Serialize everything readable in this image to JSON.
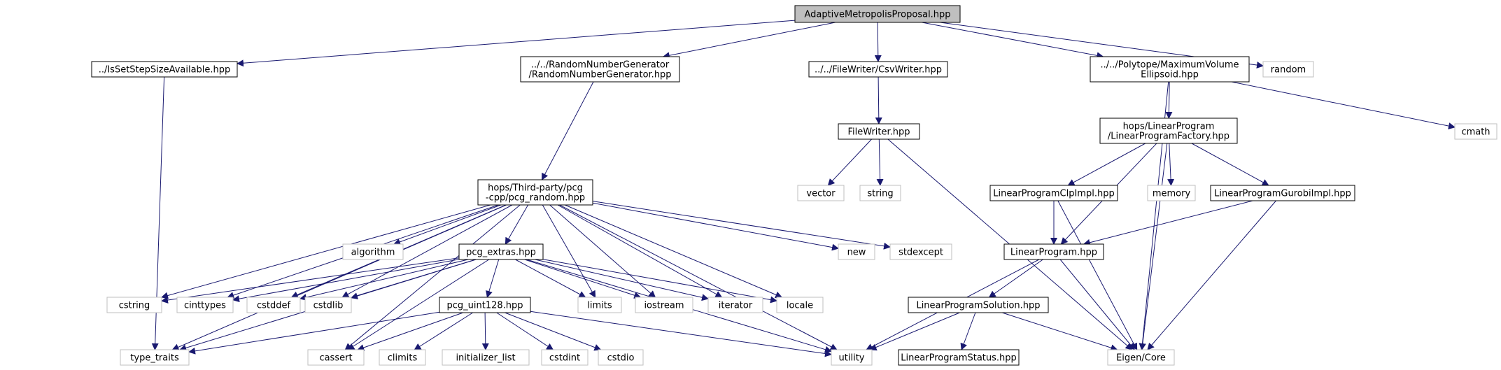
{
  "diagram": {
    "colors": {
      "edge": "#191970",
      "box_border": "#000000",
      "sys_border": "#bfbfbf",
      "root_fill": "#bfbfbf",
      "box_fill": "#ffffff"
    },
    "nodes": [
      {
        "id": "root",
        "lines": [
          "AdaptiveMetropolisProposal.hpp"
        ],
        "style": "root"
      },
      {
        "id": "isset",
        "lines": [
          "../IsSetStepSizeAvailable.hpp"
        ],
        "style": "local"
      },
      {
        "id": "rng",
        "lines": [
          "../../RandomNumberGenerator",
          "/RandomNumberGenerator.hpp"
        ],
        "style": "local"
      },
      {
        "id": "csv",
        "lines": [
          "../../FileWriter/CsvWriter.hpp"
        ],
        "style": "local"
      },
      {
        "id": "mve",
        "lines": [
          "../../Polytope/MaximumVolume",
          "Ellipsoid.hpp"
        ],
        "style": "local"
      },
      {
        "id": "random",
        "lines": [
          "random"
        ],
        "style": "sys"
      },
      {
        "id": "filewriter",
        "lines": [
          "FileWriter.hpp"
        ],
        "style": "local"
      },
      {
        "id": "lpfactory",
        "lines": [
          "hops/LinearProgram",
          "/LinearProgramFactory.hpp"
        ],
        "style": "local"
      },
      {
        "id": "cmath",
        "lines": [
          "cmath"
        ],
        "style": "sys"
      },
      {
        "id": "pcgrandom",
        "lines": [
          "hops/Third-party/pcg",
          "-cpp/pcg_random.hpp"
        ],
        "style": "local"
      },
      {
        "id": "vector",
        "lines": [
          "vector"
        ],
        "style": "sys"
      },
      {
        "id": "string",
        "lines": [
          "string"
        ],
        "style": "sys"
      },
      {
        "id": "lpclp",
        "lines": [
          "LinearProgramClpImpl.hpp"
        ],
        "style": "local"
      },
      {
        "id": "memory",
        "lines": [
          "memory"
        ],
        "style": "sys"
      },
      {
        "id": "lpgurobi",
        "lines": [
          "LinearProgramGurobiImpl.hpp"
        ],
        "style": "local"
      },
      {
        "id": "algorithm",
        "lines": [
          "algorithm"
        ],
        "style": "sys"
      },
      {
        "id": "pcgextras",
        "lines": [
          "pcg_extras.hpp"
        ],
        "style": "local"
      },
      {
        "id": "new",
        "lines": [
          "new"
        ],
        "style": "sys"
      },
      {
        "id": "stdexcept",
        "lines": [
          "stdexcept"
        ],
        "style": "sys"
      },
      {
        "id": "lp",
        "lines": [
          "LinearProgram.hpp"
        ],
        "style": "local"
      },
      {
        "id": "cstring",
        "lines": [
          "cstring"
        ],
        "style": "sys"
      },
      {
        "id": "cinttypes",
        "lines": [
          "cinttypes"
        ],
        "style": "sys"
      },
      {
        "id": "cstddef",
        "lines": [
          "cstddef"
        ],
        "style": "sys"
      },
      {
        "id": "cstdlib",
        "lines": [
          "cstdlib"
        ],
        "style": "sys"
      },
      {
        "id": "limits",
        "lines": [
          "limits"
        ],
        "style": "sys"
      },
      {
        "id": "iostream",
        "lines": [
          "iostream"
        ],
        "style": "sys"
      },
      {
        "id": "iterator",
        "lines": [
          "iterator"
        ],
        "style": "sys"
      },
      {
        "id": "locale",
        "lines": [
          "locale"
        ],
        "style": "sys"
      },
      {
        "id": "pcguint",
        "lines": [
          "pcg_uint128.hpp"
        ],
        "style": "local"
      },
      {
        "id": "lpsolution",
        "lines": [
          "LinearProgramSolution.hpp"
        ],
        "style": "local"
      },
      {
        "id": "typetraits",
        "lines": [
          "type_traits"
        ],
        "style": "sys"
      },
      {
        "id": "cassert",
        "lines": [
          "cassert"
        ],
        "style": "sys"
      },
      {
        "id": "climits",
        "lines": [
          "climits"
        ],
        "style": "sys"
      },
      {
        "id": "initlist",
        "lines": [
          "initializer_list"
        ],
        "style": "sys"
      },
      {
        "id": "cstdint",
        "lines": [
          "cstdint"
        ],
        "style": "sys"
      },
      {
        "id": "cstdio",
        "lines": [
          "cstdio"
        ],
        "style": "sys"
      },
      {
        "id": "utility",
        "lines": [
          "utility"
        ],
        "style": "sys"
      },
      {
        "id": "lpstatus",
        "lines": [
          "LinearProgramStatus.hpp"
        ],
        "style": "local"
      },
      {
        "id": "eigen",
        "lines": [
          "Eigen/Core"
        ],
        "style": "sys"
      }
    ],
    "edges": [
      [
        "root",
        "isset"
      ],
      [
        "root",
        "rng"
      ],
      [
        "root",
        "csv"
      ],
      [
        "root",
        "mve"
      ],
      [
        "root",
        "random"
      ],
      [
        "isset",
        "typetraits"
      ],
      [
        "rng",
        "pcgrandom"
      ],
      [
        "csv",
        "filewriter"
      ],
      [
        "filewriter",
        "vector"
      ],
      [
        "filewriter",
        "string"
      ],
      [
        "filewriter",
        "eigen"
      ],
      [
        "mve",
        "lpfactory"
      ],
      [
        "mve",
        "cmath"
      ],
      [
        "mve",
        "eigen"
      ],
      [
        "lpfactory",
        "lpclp"
      ],
      [
        "lpfactory",
        "memory"
      ],
      [
        "lpfactory",
        "lpgurobi"
      ],
      [
        "lpfactory",
        "lp"
      ],
      [
        "lpfactory",
        "eigen"
      ],
      [
        "lpclp",
        "lp"
      ],
      [
        "lpclp",
        "eigen"
      ],
      [
        "lpgurobi",
        "lp"
      ],
      [
        "lpgurobi",
        "eigen"
      ],
      [
        "lp",
        "lpsolution"
      ],
      [
        "lp",
        "utility"
      ],
      [
        "lp",
        "eigen"
      ],
      [
        "lpsolution",
        "lpstatus"
      ],
      [
        "lpsolution",
        "utility"
      ],
      [
        "lpsolution",
        "eigen"
      ],
      [
        "pcgrandom",
        "algorithm"
      ],
      [
        "pcgrandom",
        "pcgextras"
      ],
      [
        "pcgrandom",
        "new"
      ],
      [
        "pcgrandom",
        "stdexcept"
      ],
      [
        "pcgrandom",
        "cstring"
      ],
      [
        "pcgrandom",
        "cinttypes"
      ],
      [
        "pcgrandom",
        "cstddef"
      ],
      [
        "pcgrandom",
        "cstdlib"
      ],
      [
        "pcgrandom",
        "limits"
      ],
      [
        "pcgrandom",
        "iostream"
      ],
      [
        "pcgrandom",
        "iterator"
      ],
      [
        "pcgrandom",
        "locale"
      ],
      [
        "pcgrandom",
        "typetraits"
      ],
      [
        "pcgrandom",
        "cassert"
      ],
      [
        "pcgrandom",
        "utility"
      ],
      [
        "pcgextras",
        "cstring"
      ],
      [
        "pcgextras",
        "cinttypes"
      ],
      [
        "pcgextras",
        "cstddef"
      ],
      [
        "pcgextras",
        "cstdlib"
      ],
      [
        "pcgextras",
        "limits"
      ],
      [
        "pcgextras",
        "iostream"
      ],
      [
        "pcgextras",
        "iterator"
      ],
      [
        "pcgextras",
        "locale"
      ],
      [
        "pcgextras",
        "pcguint"
      ],
      [
        "pcgextras",
        "typetraits"
      ],
      [
        "pcgextras",
        "cassert"
      ],
      [
        "pcgextras",
        "utility"
      ],
      [
        "pcguint",
        "typetraits"
      ],
      [
        "pcguint",
        "cassert"
      ],
      [
        "pcguint",
        "climits"
      ],
      [
        "pcguint",
        "initlist"
      ],
      [
        "pcguint",
        "cstdint"
      ],
      [
        "pcguint",
        "cstdio"
      ],
      [
        "pcguint",
        "utility"
      ]
    ]
  }
}
